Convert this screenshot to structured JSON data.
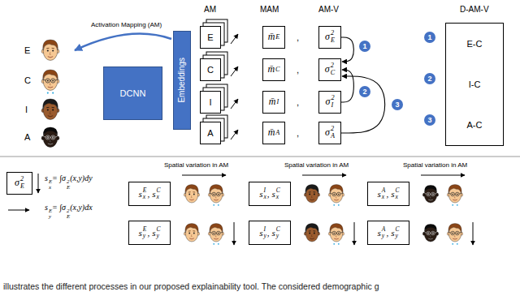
{
  "diagram": {
    "caption": "illustrates the different processes in our proposed explainability tool. The considered demographic g",
    "nodes": [
      {
        "text": [
          "DCNN"
        ]
      },
      {
        "text": [
          "Embeddings"
        ]
      },
      {
        "text": [
          "E"
        ]
      },
      {
        "text": [
          "m̄",
          "E"
        ]
      },
      {
        "text": [
          "σ",
          "E",
          "2"
        ]
      },
      {
        "text": [
          "C"
        ]
      },
      {
        "text": [
          "m̄",
          "C"
        ]
      },
      {
        "text": [
          "σ",
          "C",
          "2"
        ]
      },
      {
        "text": [
          "I"
        ]
      },
      {
        "text": [
          "m̄",
          "I"
        ]
      },
      {
        "text": [
          "σ",
          "I",
          "2"
        ]
      },
      {
        "text": [
          "A"
        ]
      },
      {
        "text": [
          "m̄",
          "A"
        ]
      },
      {
        "text": [
          "σ",
          "A",
          "2"
        ]
      },
      {
        "text": [
          "1"
        ]
      },
      {
        "text": [
          "2"
        ]
      },
      {
        "text": [
          "3"
        ]
      },
      {
        "text": [
          "1"
        ]
      },
      {
        "text": [
          "2"
        ]
      },
      {
        "text": [
          "3"
        ]
      },
      {
        "text": [
          "E-C",
          "I-C",
          "A-C"
        ]
      },
      {
        "text": [
          "σ",
          "E",
          "2"
        ]
      },
      {
        "text": [
          "s",
          "x",
          "E",
          ",",
          "s",
          "x",
          "C"
        ]
      },
      {
        "text": [
          "s",
          "y",
          "E",
          ",",
          "s",
          "y",
          "C"
        ]
      },
      {
        "text": [
          "s",
          "x",
          "I",
          ",",
          "s",
          "x",
          "C"
        ]
      },
      {
        "text": [
          "s",
          "y",
          "I",
          ",",
          "s",
          "y",
          "C"
        ]
      },
      {
        "text": [
          "s",
          "x",
          "A",
          ",",
          "s",
          "x",
          "C"
        ]
      },
      {
        "text": [
          "s",
          "y",
          "A",
          ",",
          "s",
          "y",
          "C"
        ]
      }
    ],
    "edges": [
      {
        "from": 4,
        "to": 7,
        "arrow": "to"
      },
      {
        "from": 10,
        "to": 7,
        "arrow": "to"
      },
      {
        "from": 13,
        "to": 7,
        "arrow": "to"
      }
    ],
    "labels": [
      "Activation Mapping (AM)",
      "E",
      "C",
      "I",
      "A",
      "AM",
      "MAM",
      "AM-V",
      "D-AM-V",
      ",",
      ",",
      ",",
      ",",
      "s",
      "x",
      "E",
      "= ∫σ",
      "E",
      "2",
      "(x,y)dy",
      "s",
      "y",
      "E",
      "= ∫σ",
      "E",
      "2",
      "(x,y)dx",
      "Spatial variation in AM",
      "Spatial variation in AM",
      "Spatial variation in AM"
    ]
  }
}
